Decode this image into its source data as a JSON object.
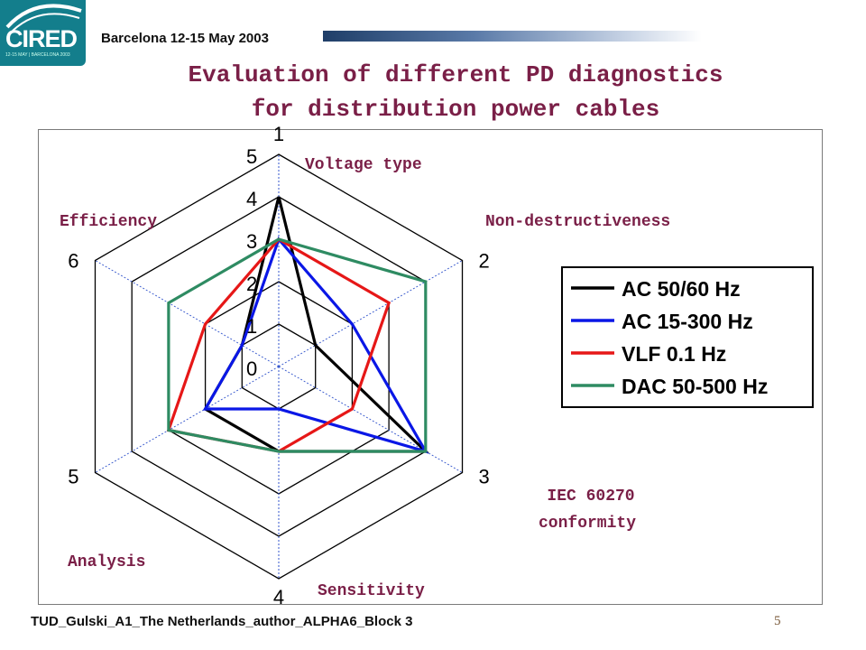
{
  "header": {
    "logo_text": "CIRED",
    "logo_subtext": "12-15 MAY | BARCELONA 2003",
    "conference": "Barcelona  12-15 May 2003"
  },
  "slide": {
    "title_line1": "Evaluation of different PD diagnostics",
    "title_line2": "for distribution power cables"
  },
  "footer": {
    "text": "TUD_Gulski_A1_The Netherlands_author_ALPHA6_Block  3",
    "page_number": "5"
  },
  "chart_data": {
    "type": "radar",
    "axes": [
      {
        "number": "1",
        "name": "Voltage type"
      },
      {
        "number": "2",
        "name": "Non-destructiveness"
      },
      {
        "number": "3",
        "name": "IEC 60270 conformity"
      },
      {
        "number": "4",
        "name": "Sensitivity"
      },
      {
        "number": "5",
        "name": "Analysis"
      },
      {
        "number": "6",
        "name": "Efficiency"
      }
    ],
    "scale": {
      "min": 0,
      "max": 5,
      "ticks": [
        "0",
        "1",
        "2",
        "3",
        "4",
        "5"
      ]
    },
    "grid": true,
    "legend_position": "right",
    "series": [
      {
        "name": "AC 50/60 Hz",
        "color": "#000000",
        "values": [
          4,
          1,
          4,
          2,
          2,
          1
        ]
      },
      {
        "name": "AC 15-300 Hz",
        "color": "#0a17e6",
        "values": [
          3,
          2,
          4,
          1,
          2,
          1
        ]
      },
      {
        "name": "VLF 0.1 Hz",
        "color": "#e61717",
        "values": [
          3,
          3,
          2,
          2,
          3,
          2
        ]
      },
      {
        "name": "DAC 50-500 Hz",
        "color": "#2e8b62",
        "values": [
          3,
          4,
          4,
          2,
          3,
          3
        ]
      }
    ]
  }
}
